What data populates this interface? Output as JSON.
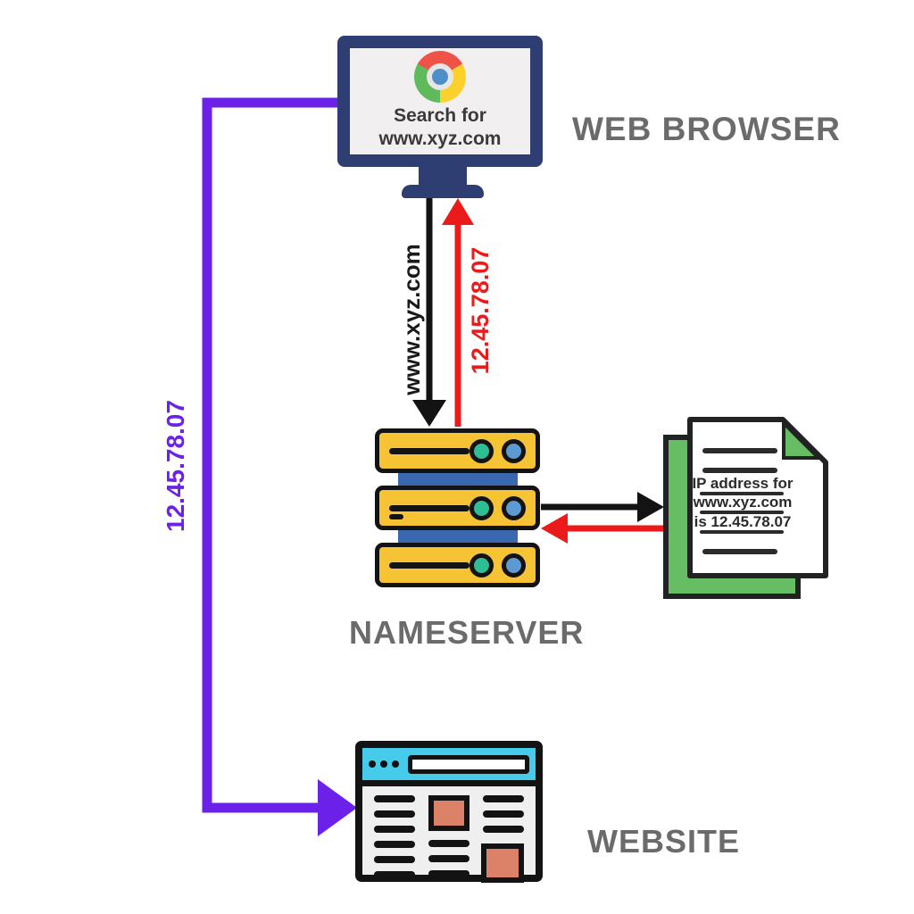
{
  "browser": {
    "label": "WEB BROWSER",
    "screen_line1": "Search for",
    "screen_line2": "www.xyz.com"
  },
  "nameserver": {
    "label": "NAMESERVER"
  },
  "website": {
    "label": "WEBSITE"
  },
  "arrows": {
    "query": {
      "label": "www.xyz.com",
      "color": "#1a1a1a"
    },
    "response": {
      "label": "12.45.78.07",
      "color": "#ec1b1b"
    },
    "visit": {
      "label": "12.45.78.07",
      "color": "#6b21e8"
    }
  },
  "document": {
    "lines": [
      "IP address for",
      "www.xyz.com",
      "is 12.45.78.07"
    ]
  },
  "colors": {
    "caption_gray": "#6b6b6b",
    "monitor_navy": "#2e3d72",
    "server_yellow": "#f6c334",
    "led_teal": "#2cbf95",
    "led_blue": "#5b9ad2",
    "server_link_blue": "#3a67ae",
    "doc_green": "#67bd63",
    "site_cyan": "#47cbea",
    "site_salmon": "#dc8268",
    "arrow_black": "#131313",
    "arrow_red": "#ec1b1b",
    "arrow_purple": "#6b21e8"
  }
}
